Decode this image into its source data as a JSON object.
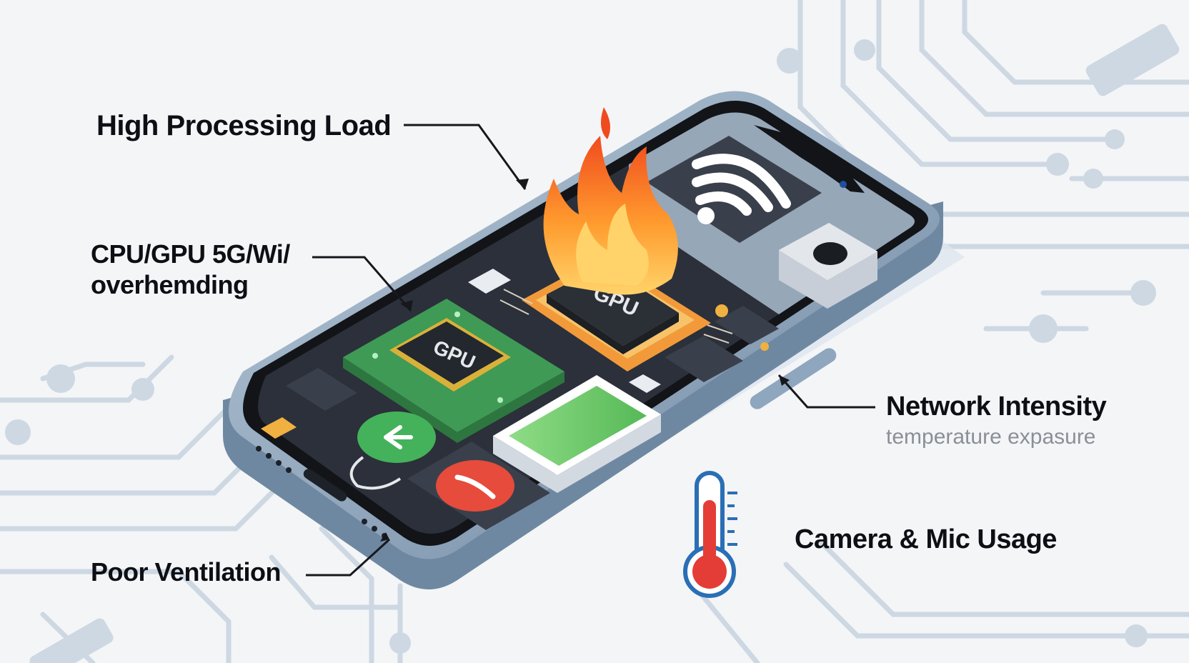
{
  "labels": {
    "high_processing_load": "High Processing Load",
    "cpu_gpu_line1": "CPU/GPU 5G/Wi/",
    "cpu_gpu_line2": "overhemding",
    "poor_ventilation": "Poor Ventilation",
    "network_intensity": "Network Intensity",
    "network_sub": "temperature expasure",
    "camera_mic_usage": "Camera & Mic Usage"
  },
  "chips": {
    "chip_left": "GPU",
    "chip_top": "GPU"
  },
  "icons": [
    "wifi-icon",
    "camera-icon",
    "flame-icon",
    "battery-icon",
    "phone-call-icon",
    "accept-call-icon",
    "thermometer-icon"
  ],
  "colors": {
    "background": "#f4f5f7",
    "circuit": "#cdd8e3",
    "phone_frame": "#7f97b0",
    "screen": "#2b303a",
    "board_green": "#3f9a55",
    "chip_orange": "#f29a3a",
    "flame": "#f26b22",
    "battery_green": "#6cc76a",
    "call_red": "#e64b3c",
    "thermometer_red": "#e43d37",
    "text": "#0d0f14",
    "subtext": "#8a8f98"
  }
}
